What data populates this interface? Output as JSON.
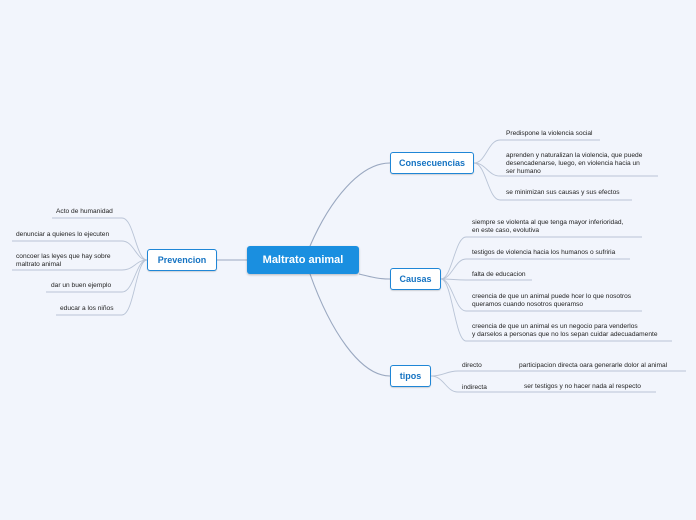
{
  "root": {
    "label": "Maltrato animal"
  },
  "consecuencias": {
    "label": "Consecuencias",
    "items": [
      "Predispone la violencia social",
      "aprenden y naturalizan la violencia, que puede\ndesencadenarse, luego, en violencia hacia un\nser humano",
      "se minimizan sus causas y sus efectos"
    ]
  },
  "causas": {
    "label": "Causas",
    "items": [
      "siempre se violenta al que tenga mayor inferioridad,\nen este caso, evolutiva",
      "testigos de violencia hacia los humanos o sufriria",
      "falta de educacion",
      "creencia de que un animal puede hcer lo que nosotros\nqueramos cuando nosotros queramso",
      "creencia de que un animal es un negocio para venderlos\ny darselos a personas que no los sepan cuidar adecuadamente"
    ]
  },
  "tipos": {
    "label": "tipos",
    "items": [
      {
        "label": "directo",
        "detail": "participacion directa oara generarle dolor al animal"
      },
      {
        "label": "indirecta",
        "detail": "ser testigos y no hacer nada al respecto"
      }
    ]
  },
  "prevencion": {
    "label": "Prevencion",
    "items": [
      "Acto de humanidad",
      "denunciar a quienes lo ejecuten",
      "concoer las leyes que hay sobre\nmaltrato animal",
      "dar un buen ejemplo",
      "educar a los niños"
    ]
  }
}
